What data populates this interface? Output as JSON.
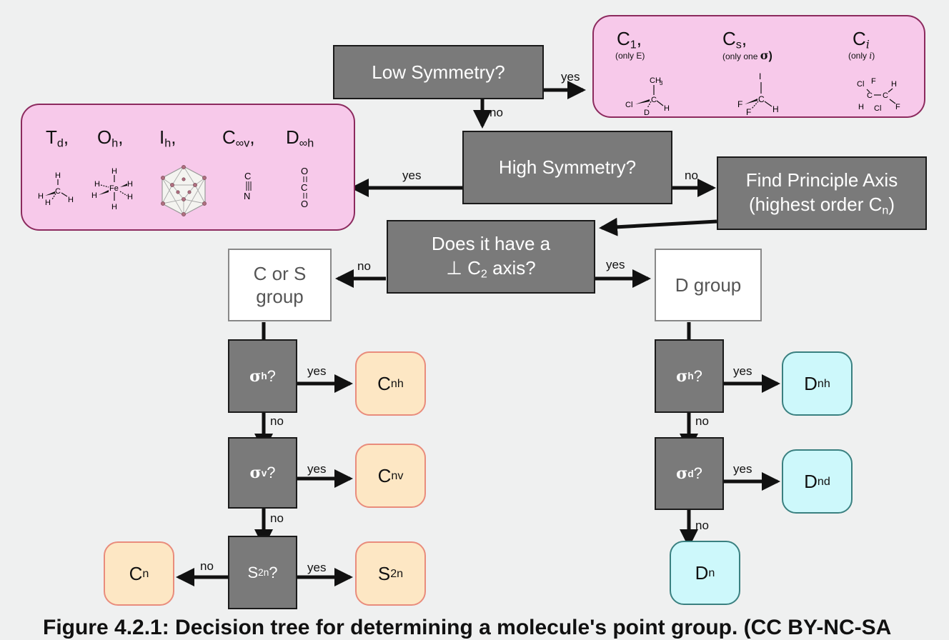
{
  "nodes": {
    "low_symmetry": "Low Symmetry?",
    "high_symmetry": "High Symmetry?",
    "principal_axis_line1": "Find Principle Axis",
    "principal_axis_line2_main": "(highest order C",
    "principal_axis_line2_sub": "n",
    "principal_axis_line2_end": ")",
    "perp_c2_line1": "Does it have a",
    "perp_c2_line2_main": "⊥ C",
    "perp_c2_line2_sub": "2",
    "perp_c2_line2_end": " axis?",
    "c_or_s_group_line1": "C or S",
    "c_or_s_group_line2": "group",
    "d_group": "D group",
    "sigma": "σ",
    "question": " ?",
    "sigma_h_sub": "h",
    "sigma_v_sub": "v",
    "sigma_d_sub": "d",
    "s2n_main": "S",
    "s2n_sub": "2n"
  },
  "edge_labels": {
    "yes": "yes",
    "no": "no"
  },
  "results": {
    "cnh": {
      "main": "C",
      "sub": "nh"
    },
    "cnv": {
      "main": "C",
      "sub": "nv"
    },
    "cn": {
      "main": "C",
      "sub": "n"
    },
    "s2n": {
      "main": "S",
      "sub": "2n"
    },
    "dnh": {
      "main": "D",
      "sub": "nh"
    },
    "dnd": {
      "main": "D",
      "sub": "nd"
    },
    "dn": {
      "main": "D",
      "sub": "n"
    }
  },
  "low_symmetry_groups": [
    {
      "main": "C",
      "sub": "1",
      "suffix": ",",
      "note": "(only E)"
    },
    {
      "main": "C",
      "sub": "s",
      "suffix": ",",
      "note": "(only one ",
      "note_symbol": "σ",
      "note_end": ")"
    },
    {
      "main": "C",
      "sub": "i",
      "suffix": "",
      "note": "(only ",
      "note_symbol": "i",
      "note_end": ")"
    }
  ],
  "high_symmetry_groups": [
    {
      "main": "T",
      "sub": "d",
      "suffix": ","
    },
    {
      "main": "O",
      "sub": "h",
      "suffix": ","
    },
    {
      "main": "I",
      "sub": "h",
      "suffix": ","
    },
    {
      "main": "C",
      "sub": "∞v",
      "suffix": ","
    },
    {
      "main": "D",
      "sub": "∞h",
      "suffix": ""
    }
  ],
  "molecule_labels": {
    "ch3": "CH",
    "ch3_sub": "3",
    "c": "C",
    "cl": "Cl",
    "d": "D",
    "h": "H",
    "i": "I",
    "f": "F",
    "fe": "Fe",
    "n": "N",
    "o": "O"
  },
  "caption": "Figure 4.2.1: Decision tree for determining a molecule's point group. (CC BY-NC-SA"
}
